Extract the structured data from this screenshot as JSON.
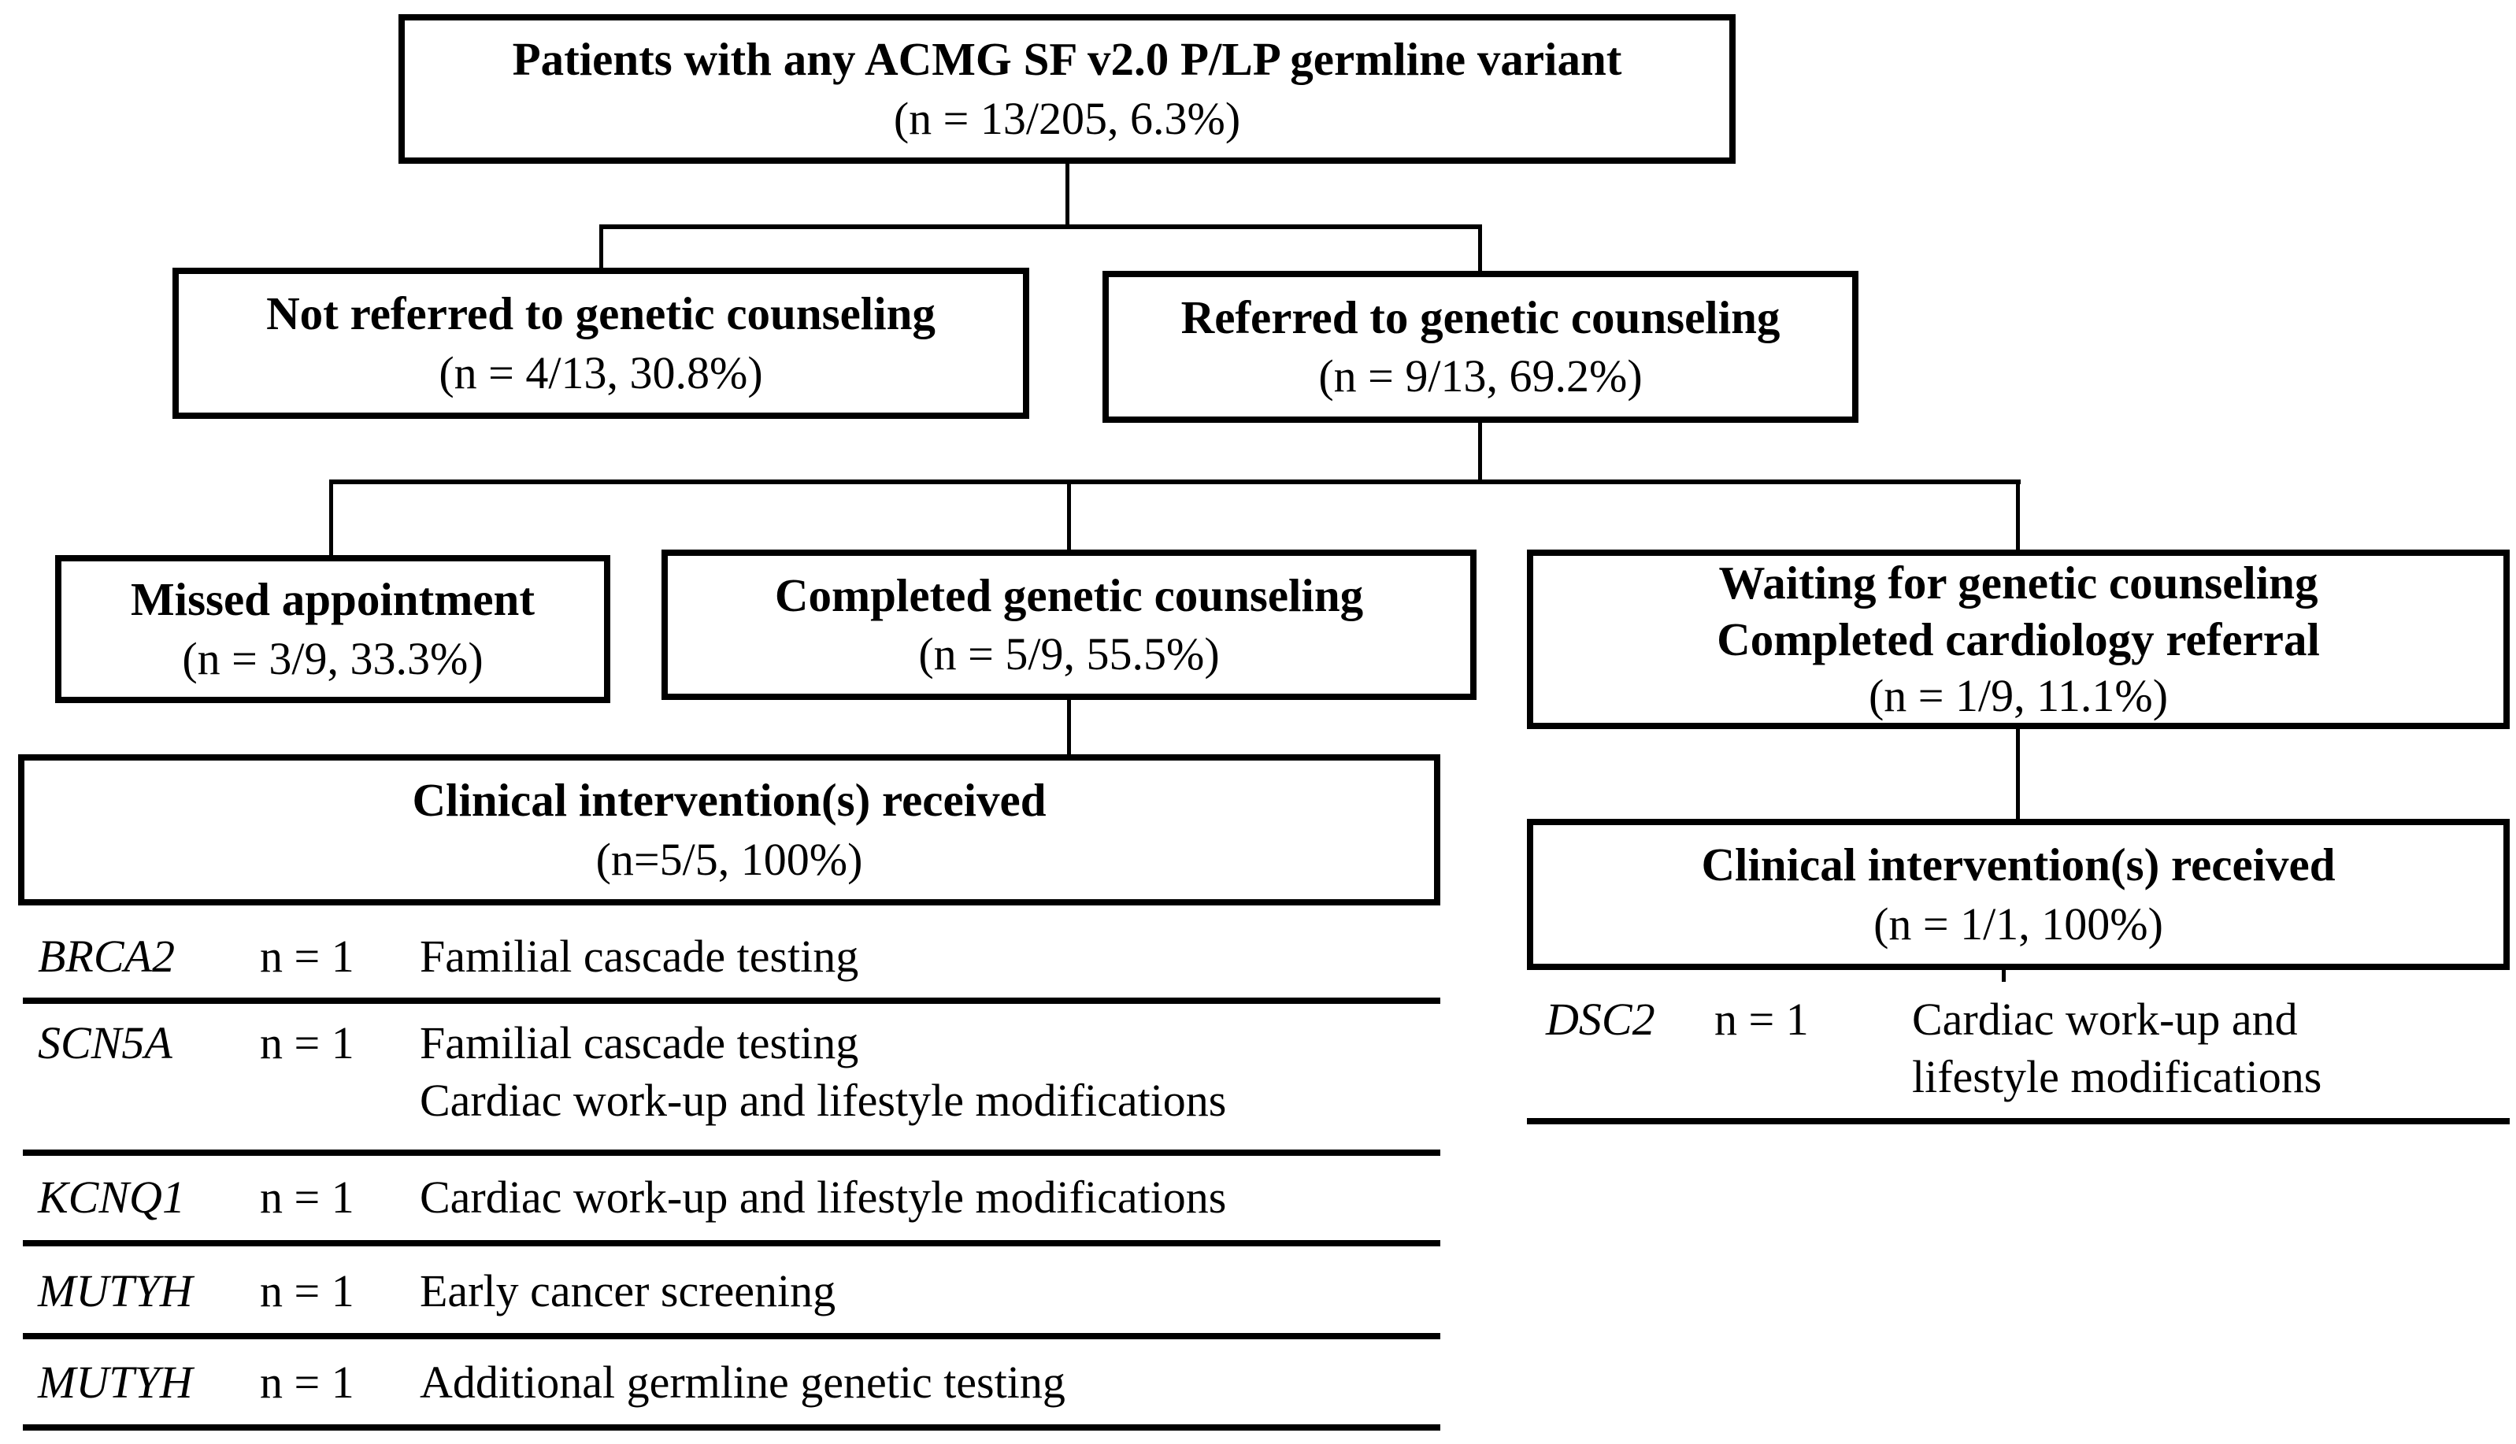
{
  "colors": {
    "background": "#ffffff",
    "line": "#000000",
    "text": "#000000"
  },
  "nodes": {
    "root": {
      "title": "Patients with any ACMG SF v2.0 P/LP germline variant",
      "stat": "(n = 13/205, 6.3%)"
    },
    "not_referred": {
      "title": "Not referred to genetic counseling",
      "stat": "(n = 4/13, 30.8%)"
    },
    "referred": {
      "title": "Referred to genetic counseling",
      "stat": "(n = 9/13, 69.2%)"
    },
    "missed": {
      "title": "Missed appointment",
      "stat": "(n = 3/9, 33.3%)"
    },
    "completed": {
      "title": "Completed genetic counseling",
      "stat": "(n = 5/9, 55.5%)"
    },
    "waiting": {
      "title_line1": "Waiting for genetic counseling",
      "title_line2": "Completed cardiology referral",
      "stat": "(n = 1/9, 11.1%)"
    },
    "intervention_left": {
      "title": "Clinical intervention(s) received",
      "stat": "(n=5/5, 100%)"
    },
    "intervention_right": {
      "title": "Clinical intervention(s) received",
      "stat": "(n = 1/1, 100%)"
    }
  },
  "left_table": {
    "rows": [
      {
        "gene": "BRCA2",
        "count": "n = 1",
        "interventions": [
          "Familial cascade testing"
        ]
      },
      {
        "gene": "SCN5A",
        "count": "n = 1",
        "interventions": [
          "Familial cascade testing",
          "Cardiac work-up and lifestyle modifications"
        ]
      },
      {
        "gene": "KCNQ1",
        "count": "n = 1",
        "interventions": [
          "Cardiac work-up and lifestyle modifications"
        ]
      },
      {
        "gene": "MUTYH",
        "count": "n = 1",
        "interventions": [
          "Early cancer screening"
        ]
      },
      {
        "gene": "MUTYH",
        "count": "n = 1",
        "interventions": [
          "Additional germline genetic testing"
        ]
      }
    ]
  },
  "right_table": {
    "rows": [
      {
        "gene": "DSC2",
        "count": "n = 1",
        "interventions": [
          "Cardiac work-up and",
          "lifestyle modifications"
        ]
      }
    ]
  }
}
